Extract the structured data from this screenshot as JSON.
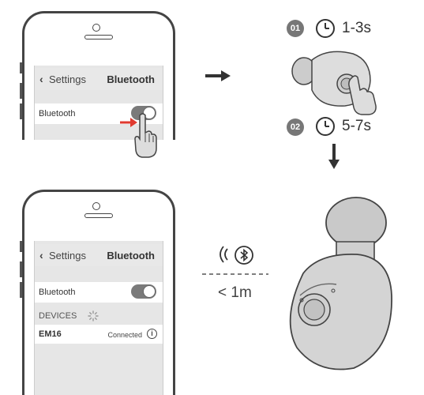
{
  "steps": [
    {
      "number": "01",
      "duration": "1-3s"
    },
    {
      "number": "02",
      "duration": "5-7s"
    }
  ],
  "phone_top": {
    "back_label": "Settings",
    "title": "Bluetooth",
    "bluetooth_row_label": "Bluetooth"
  },
  "phone_bottom": {
    "back_label": "Settings",
    "title": "Bluetooth",
    "bluetooth_row_label": "Bluetooth",
    "devices_header": "DEVICES",
    "device_name": "EM16",
    "device_status": "Connected"
  },
  "range_label": "< 1m",
  "icons": {
    "step_arrow": "right-arrow-icon",
    "down_arrow": "down-arrow-icon",
    "clock": "clock-icon",
    "bluetooth": "bluetooth-icon",
    "signal": "signal-waves-icon",
    "hand": "hand-tap-icon",
    "earbud": "earbud-illustration",
    "spinner": "loading-spinner-icon",
    "info": "info-icon"
  },
  "colors": {
    "toggle_on": "#7a7a7a",
    "nudge_arrow": "#e03a2f",
    "badge": "#777777"
  }
}
